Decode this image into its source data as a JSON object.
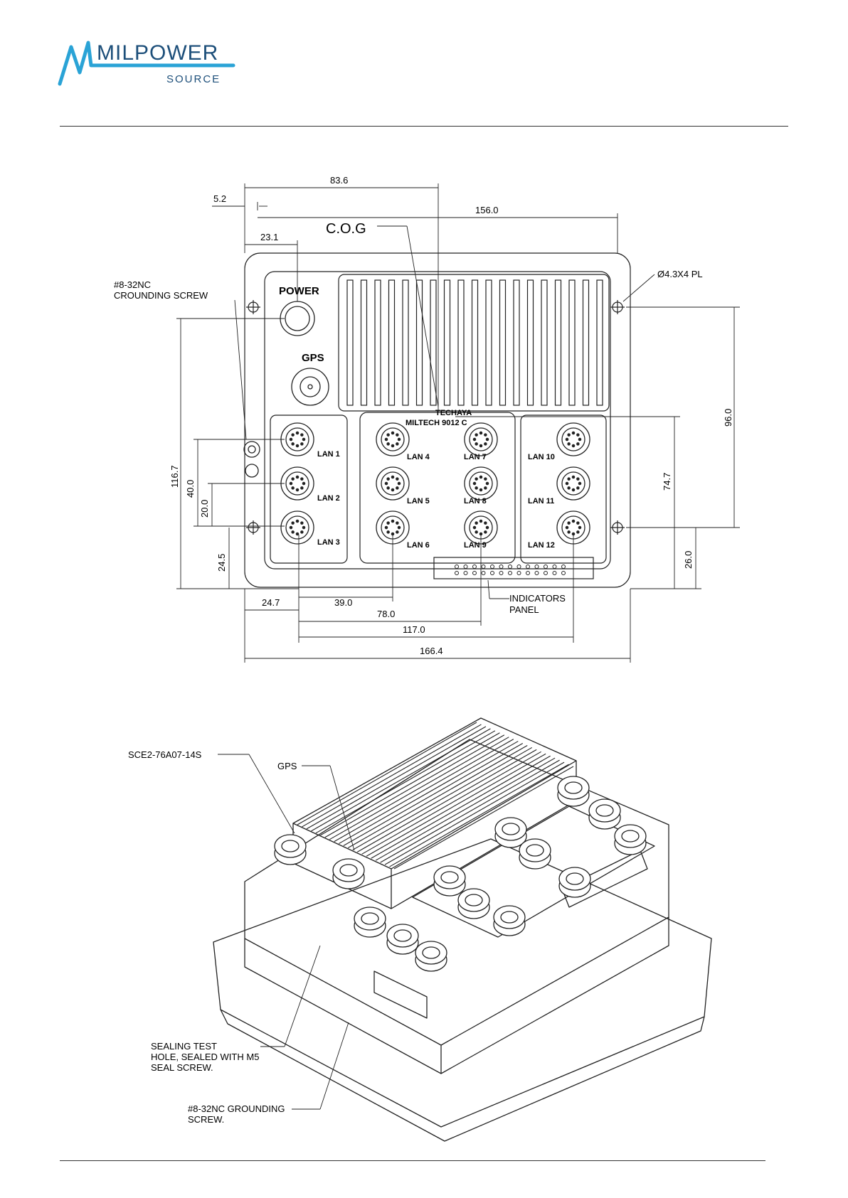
{
  "header": {
    "logo_main": "MILPOWER",
    "logo_sub": "SOURCE",
    "accent": "#2aa3d6"
  },
  "front_view": {
    "dimensions": {
      "d_83_6": "83.6",
      "d_5_2": "5.2",
      "d_156_0": "156.0",
      "d_23_1": "23.1",
      "d_116_7": "116.7",
      "d_40_0": "40.0",
      "d_20_0": "20.0",
      "d_24_5": "24.5",
      "d_96_0": "96.0",
      "d_74_7": "74.7",
      "d_26_0": "26.0",
      "d_24_7": "24.7",
      "d_39_0": "39.0",
      "d_78_0": "78.0",
      "d_117_0": "117.0",
      "d_166_4": "166.4"
    },
    "callouts": {
      "cog": "C.O.G",
      "grounding_screw": [
        "#8-32NC",
        "CROUNDING SCREW"
      ],
      "mount_holes": "Ø4.3X4 PL",
      "indicators_panel": [
        "INDICATORS",
        "PANEL"
      ]
    },
    "labels": {
      "power": "POWER",
      "gps": "GPS",
      "brand_line1": "TECHAYA",
      "brand_line2": "MILTECH 9012 C",
      "lan": [
        "LAN 1",
        "LAN 2",
        "LAN 3",
        "LAN 4",
        "LAN 5",
        "LAN 6",
        "LAN 7",
        "LAN 8",
        "LAN 9",
        "LAN 10",
        "LAN 11",
        "LAN 12"
      ]
    }
  },
  "iso_view": {
    "callouts": {
      "connector": "SCE2-76A07-14S",
      "gps": "GPS",
      "sealing": [
        "SEALING TEST",
        "HOLE, SEALED WITH M5",
        "SEAL SCREW."
      ],
      "grounding": [
        "#8-32NC GROUNDING",
        "SCREW."
      ]
    }
  }
}
